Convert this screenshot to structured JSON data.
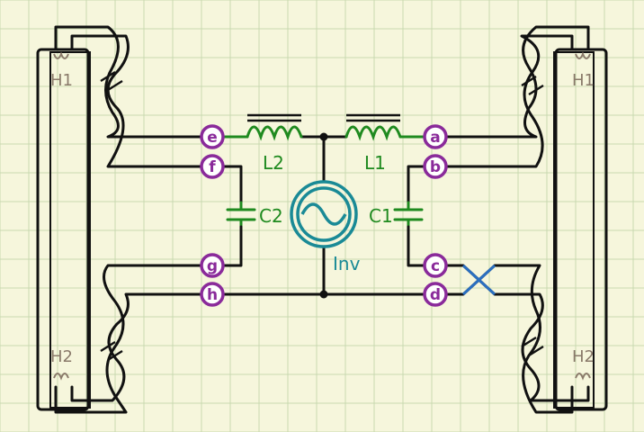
{
  "terminals": {
    "a": "a",
    "b": "b",
    "c": "c",
    "d": "d",
    "e": "e",
    "f": "f",
    "g": "g",
    "h": "h"
  },
  "components": {
    "inductor_1": "L1",
    "inductor_2": "L2",
    "capacitor_1": "C1",
    "capacitor_2": "C2",
    "inverter": "Inv"
  },
  "lamps": {
    "left_top": "H1",
    "left_bottom": "H2",
    "right_top": "H1",
    "right_bottom": "H2"
  },
  "colors": {
    "background": "#f6f6dc",
    "grid": "#c9d9b0",
    "wire": "#111111",
    "inductor": "#1f8a1f",
    "capacitor": "#1f8a1f",
    "inverter": "#1a8a96",
    "terminal": "#8a2a9a",
    "lamp_label": "#8a7a6a"
  }
}
